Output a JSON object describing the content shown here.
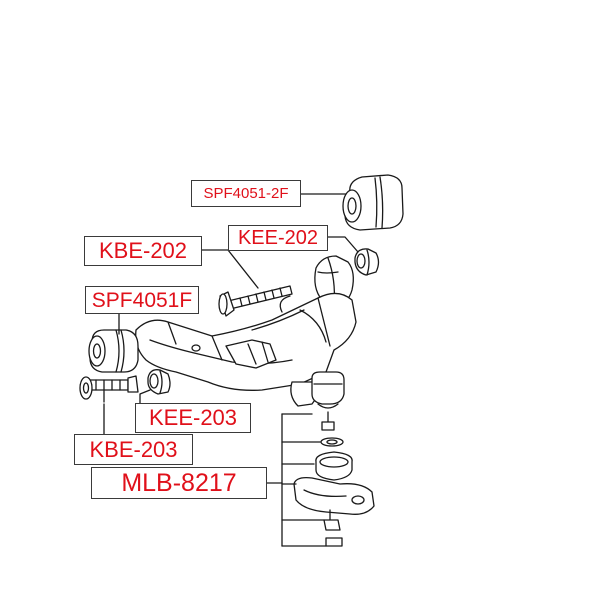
{
  "labels": {
    "spf4051_2f": "SPF4051-2F",
    "kee_202": "KEE-202",
    "kbe_202": "KBE-202",
    "spf4051f": "SPF4051F",
    "kee_203": "KEE-203",
    "kbe_203": "KBE-203",
    "mlb_8217": "MLB-8217"
  },
  "colors": {
    "label_text": "#e0101a",
    "label_border": "#3a3a3a",
    "line_art": "#1a1a1a",
    "background": "#ffffff"
  }
}
